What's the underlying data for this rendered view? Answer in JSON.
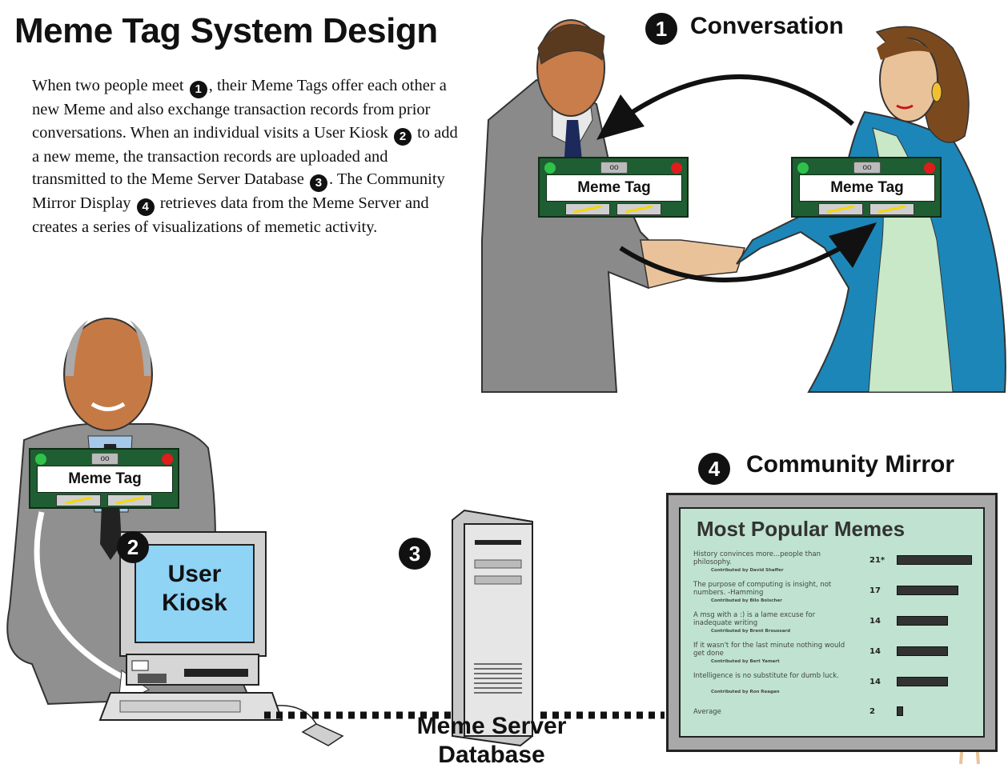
{
  "title": "Meme Tag System Design",
  "description": {
    "part1": "When two people meet",
    "badge1": "1",
    "part2": ", their Meme Tags offer each other a new Meme and also exchange transaction records from prior conversations. When an individual visits a User Kiosk",
    "badge2": "2",
    "part3": "to add a new meme, the transaction records are uploaded and transmitted to the Meme Server Database",
    "badge3": "3",
    "part4": ". The Community Mirror Display",
    "badge4": "4",
    "part5": "retrieves data from the Meme Server and creates a series of visualizations of memetic activity."
  },
  "conversation": {
    "badge": "1",
    "label": "Conversation"
  },
  "meme_tag": {
    "label": "Meme Tag",
    "camera": "oo"
  },
  "kiosk": {
    "badge": "2",
    "line1": "User",
    "line2": "Kiosk"
  },
  "server": {
    "badge": "3",
    "line1": "Meme Server",
    "line2": "Database"
  },
  "mirror": {
    "badge": "4",
    "label": "Community Mirror",
    "screen_title": "Most Popular Memes",
    "memes": [
      {
        "text": "History convinces more...people than philosophy.",
        "contributor": "Contributed by David Shaffer",
        "count": "21*",
        "fraction": 1.0
      },
      {
        "text": "The purpose of computing is insight, not numbers. -Hamming",
        "contributor": "Contributed by Bilo Bolscher",
        "count": "17",
        "fraction": 0.81
      },
      {
        "text": "A msg with a :) is a lame excuse for inadequate writing",
        "contributor": "Contributed by Brent Broussard",
        "count": "14",
        "fraction": 0.67
      },
      {
        "text": "If it wasn't for the last minute nothing would get done",
        "contributor": "Contributed by Bert Yamart",
        "count": "14",
        "fraction": 0.67
      },
      {
        "text": "Intelligence is no substitute for dumb luck.",
        "contributor": "Contributed by Ron Reagan",
        "count": "14",
        "fraction": 0.67
      }
    ],
    "average_label": "Average",
    "average_count": "2",
    "average_fraction": 0.07
  }
}
